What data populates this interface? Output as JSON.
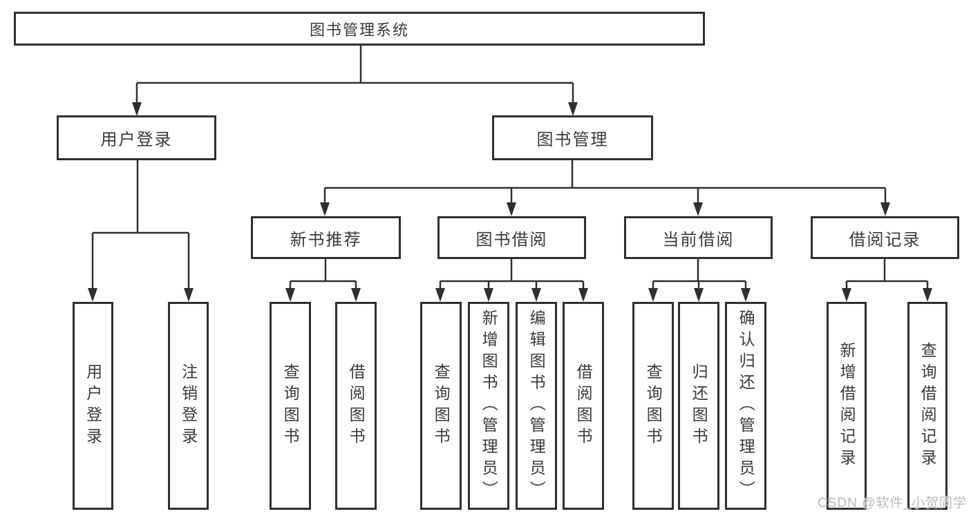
{
  "colors": {
    "bg": "#ffffff",
    "line": "#2f2f2f",
    "text": "#3a3a3a",
    "watermark": "#b9b9b9"
  },
  "watermark": "CSDN @软件_小贺同学",
  "tree": {
    "label": "图书管理系统",
    "children": [
      {
        "label": "用户登录",
        "children": [
          {
            "label": "用户登录"
          },
          {
            "label": "注销登录"
          }
        ]
      },
      {
        "label": "图书管理",
        "children": [
          {
            "label": "新书推荐",
            "children": [
              {
                "label": "查询图书"
              },
              {
                "label": "借阅图书"
              }
            ]
          },
          {
            "label": "图书借阅",
            "children": [
              {
                "label": "查询图书"
              },
              {
                "label": "新增图书（管理员）"
              },
              {
                "label": "编辑图书（管理员）"
              },
              {
                "label": "借阅图书"
              }
            ]
          },
          {
            "label": "当前借阅",
            "children": [
              {
                "label": "查询图书"
              },
              {
                "label": "归还图书"
              },
              {
                "label": "确认归还（管理员）"
              }
            ]
          },
          {
            "label": "借阅记录",
            "children": [
              {
                "label": "新增借阅记录"
              },
              {
                "label": "查询借阅记录"
              }
            ]
          }
        ]
      }
    ]
  }
}
